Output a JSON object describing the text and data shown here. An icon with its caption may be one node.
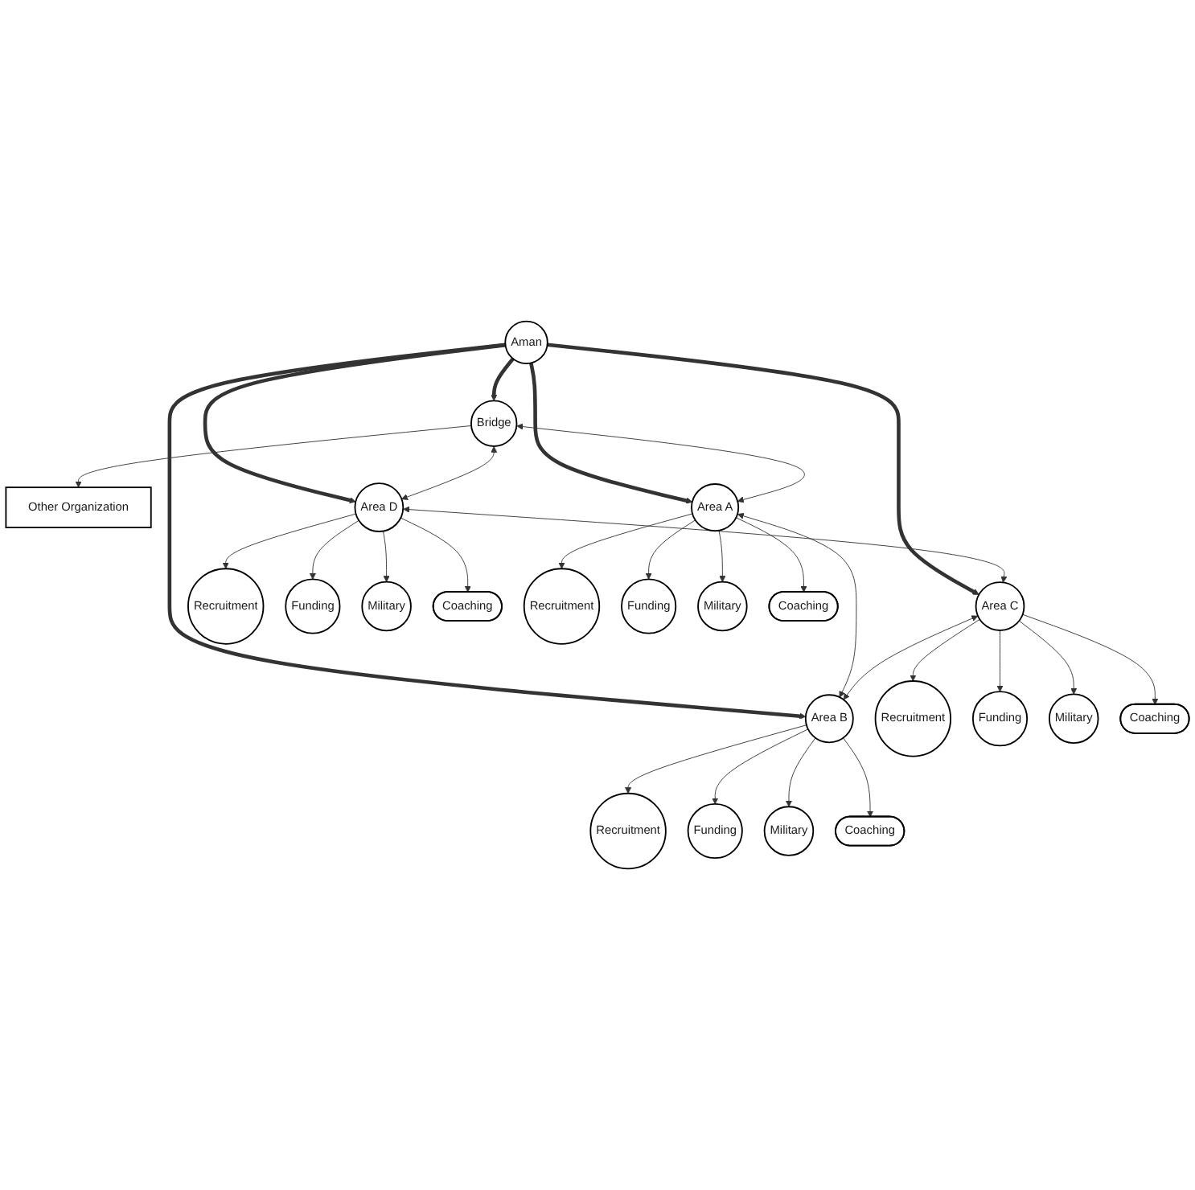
{
  "diagram": {
    "nodes": [
      {
        "text": [
          "Other Organization"
        ]
      },
      {
        "text": [
          "Bridge"
        ]
      },
      {
        "text": [
          "Aman"
        ]
      },
      {
        "text": [
          "Area A"
        ]
      },
      {
        "text": [
          "Area B"
        ]
      },
      {
        "text": [
          "Area C"
        ]
      },
      {
        "text": [
          "Area D"
        ]
      },
      {
        "text": [
          "Recruitment"
        ]
      },
      {
        "text": [
          "Funding"
        ]
      },
      {
        "text": [
          "Military"
        ]
      },
      {
        "text": [
          "Coaching"
        ]
      },
      {
        "text": [
          "Recruitment"
        ]
      },
      {
        "text": [
          "Funding"
        ]
      },
      {
        "text": [
          "Military"
        ]
      },
      {
        "text": [
          "Coaching"
        ]
      },
      {
        "text": [
          "Recruitment"
        ]
      },
      {
        "text": [
          "Funding"
        ]
      },
      {
        "text": [
          "Military"
        ]
      },
      {
        "text": [
          "Coaching"
        ]
      },
      {
        "text": [
          "Recruitment"
        ]
      },
      {
        "text": [
          "Funding"
        ]
      },
      {
        "text": [
          "Military"
        ]
      },
      {
        "text": [
          "Coaching"
        ]
      }
    ],
    "edges": [
      {
        "from": 1,
        "to": 0,
        "arrow": "to"
      },
      {
        "from": 2,
        "to": 1,
        "arrow": "to",
        "style": "thick"
      },
      {
        "from": 2,
        "to": 3,
        "arrow": "to",
        "style": "thick"
      },
      {
        "from": 2,
        "to": 4,
        "arrow": "to",
        "style": "thick"
      },
      {
        "from": 2,
        "to": 5,
        "arrow": "to",
        "style": "thick"
      },
      {
        "from": 2,
        "to": 6,
        "arrow": "to",
        "style": "thick"
      },
      {
        "from": 6,
        "to": 1,
        "arrow": "both"
      },
      {
        "from": 1,
        "to": 3,
        "arrow": "both"
      },
      {
        "from": 3,
        "to": 4,
        "arrow": "both"
      },
      {
        "from": 5,
        "to": 4,
        "arrow": "both"
      },
      {
        "from": 6,
        "to": 5,
        "arrow": "both"
      },
      {
        "from": 6,
        "to": 7,
        "arrow": "to"
      },
      {
        "from": 6,
        "to": 8,
        "arrow": "to"
      },
      {
        "from": 6,
        "to": 9,
        "arrow": "to"
      },
      {
        "from": 6,
        "to": 10,
        "arrow": "to"
      },
      {
        "from": 3,
        "to": 11,
        "arrow": "to"
      },
      {
        "from": 3,
        "to": 12,
        "arrow": "to"
      },
      {
        "from": 3,
        "to": 13,
        "arrow": "to"
      },
      {
        "from": 3,
        "to": 14,
        "arrow": "to"
      },
      {
        "from": 5,
        "to": 15,
        "arrow": "to"
      },
      {
        "from": 5,
        "to": 16,
        "arrow": "to"
      },
      {
        "from": 5,
        "to": 17,
        "arrow": "to"
      },
      {
        "from": 5,
        "to": 18,
        "arrow": "to"
      },
      {
        "from": 4,
        "to": 19,
        "arrow": "to"
      },
      {
        "from": 4,
        "to": 20,
        "arrow": "to"
      },
      {
        "from": 4,
        "to": 21,
        "arrow": "to"
      },
      {
        "from": 4,
        "to": 22,
        "arrow": "to"
      }
    ]
  }
}
